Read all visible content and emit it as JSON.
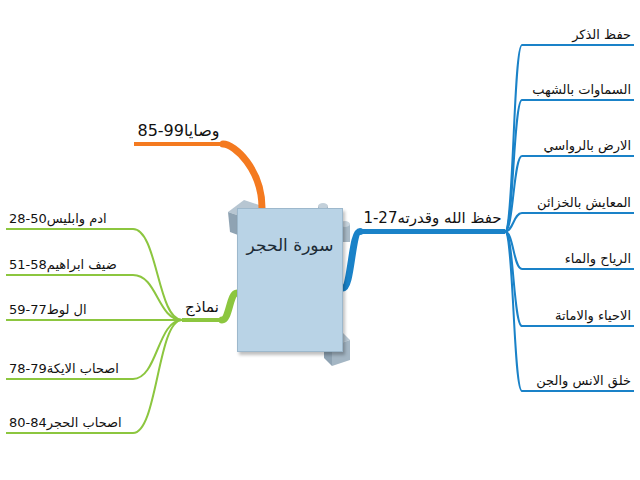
{
  "diagram": {
    "nodes": [
      {
        "text": [
          "سورة الحجر"
        ]
      },
      {
        "text": [
          "85-99وصايا"
        ]
      },
      {
        "text": [
          "1-27حفظ الله وقدرته"
        ]
      },
      {
        "text": [
          "حفظ الذكر"
        ]
      },
      {
        "text": [
          "السماوات بالشهب"
        ]
      },
      {
        "text": [
          "الارض بالرواسي"
        ]
      },
      {
        "text": [
          "المعايش بالخزائن"
        ]
      },
      {
        "text": [
          "الرياح والماء"
        ]
      },
      {
        "text": [
          "الاحياء والاماتة"
        ]
      },
      {
        "text": [
          "خلق الانس والجن"
        ]
      },
      {
        "text": [
          "نماذج"
        ]
      },
      {
        "text": [
          "28-50ادم وابليس"
        ]
      },
      {
        "text": [
          "51-58ضيف ابراهيم"
        ]
      },
      {
        "text": [
          "59-77ال لوط"
        ]
      },
      {
        "text": [
          "78-79اصحاب الايكة"
        ]
      },
      {
        "text": [
          "80-84اصحاب الحجر"
        ]
      }
    ],
    "edges": [
      {
        "from": 0,
        "to": 1,
        "arrow": "none"
      },
      {
        "from": 0,
        "to": 2,
        "arrow": "none"
      },
      {
        "from": 2,
        "to": 3,
        "arrow": "none"
      },
      {
        "from": 2,
        "to": 4,
        "arrow": "none"
      },
      {
        "from": 2,
        "to": 5,
        "arrow": "none"
      },
      {
        "from": 2,
        "to": 6,
        "arrow": "none"
      },
      {
        "from": 2,
        "to": 7,
        "arrow": "none"
      },
      {
        "from": 2,
        "to": 8,
        "arrow": "none"
      },
      {
        "from": 2,
        "to": 9,
        "arrow": "none"
      },
      {
        "from": 0,
        "to": 10,
        "arrow": "none"
      },
      {
        "from": 10,
        "to": 11,
        "arrow": "none"
      },
      {
        "from": 10,
        "to": 12,
        "arrow": "none"
      },
      {
        "from": 10,
        "to": 13,
        "arrow": "none"
      },
      {
        "from": 10,
        "to": 14,
        "arrow": "none"
      },
      {
        "from": 10,
        "to": 15,
        "arrow": "none"
      }
    ]
  }
}
